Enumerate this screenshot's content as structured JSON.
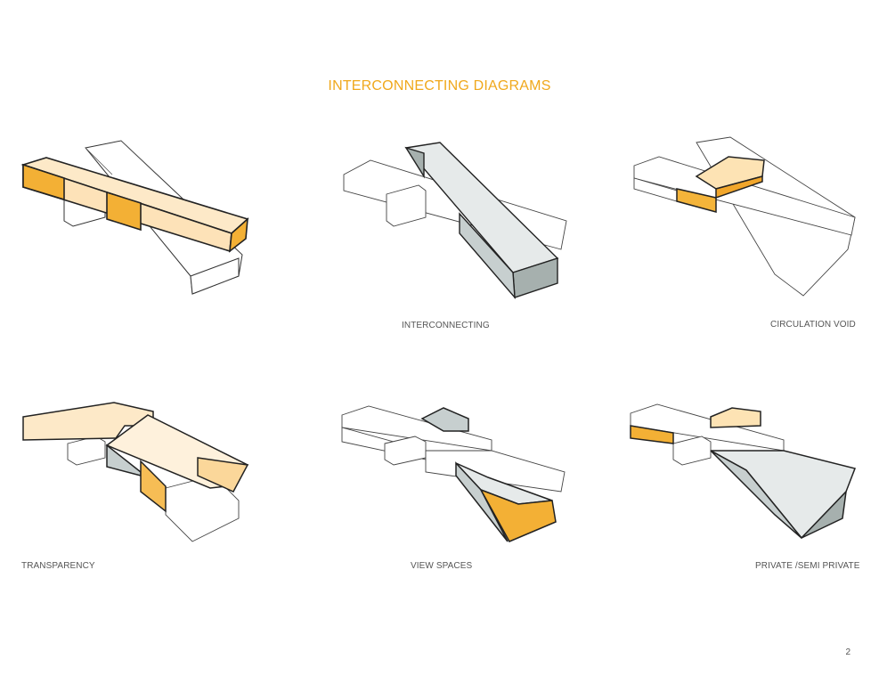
{
  "page": {
    "title": "INTERCONNECTING DIAGRAMS",
    "page_number": "2"
  },
  "diagrams": [
    {
      "caption": ""
    },
    {
      "caption": "INTERCONNECTING"
    },
    {
      "caption": "CIRCULATION VOID"
    },
    {
      "caption": "TRANSPARENCY"
    },
    {
      "caption": "VIEW SPACES"
    },
    {
      "caption": "PRIVATE /SEMI PRIVATE"
    }
  ],
  "colors": {
    "accent": "#f0a81c",
    "orange_light": "#fde9c8",
    "orange_mid": "#f7c060",
    "orange_dark": "#f1a62b",
    "grey_light": "#e6eaea",
    "grey_mid": "#c7cfcf",
    "grey_dark": "#a6b0ae",
    "line": "#222222"
  }
}
